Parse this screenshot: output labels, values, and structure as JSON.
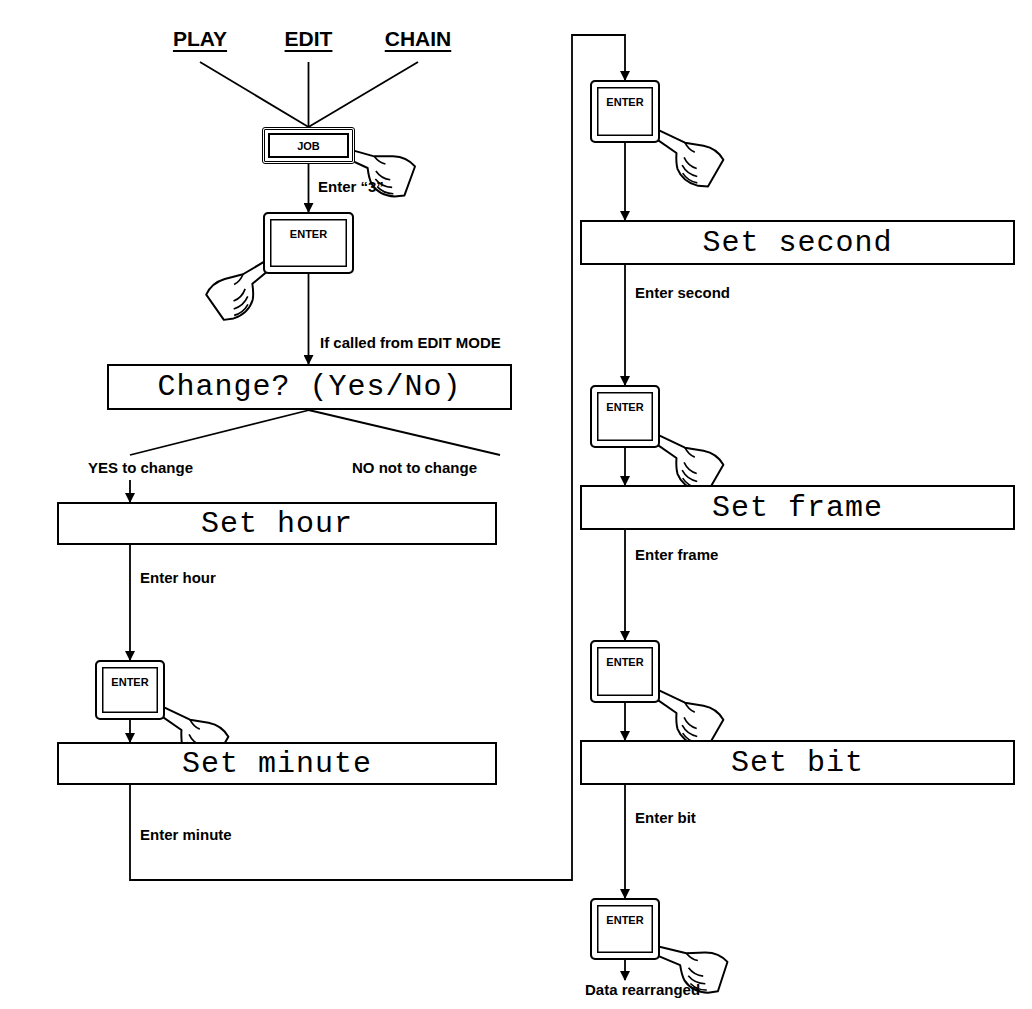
{
  "diagram": {
    "nodes": [
      {
        "text": [
          "JOB"
        ]
      },
      {
        "text": [
          "ENTER"
        ]
      },
      {
        "text": [
          "Change? (Yes/No)"
        ]
      },
      {
        "text": [
          "Set hour"
        ]
      },
      {
        "text": [
          "ENTER"
        ]
      },
      {
        "text": [
          "Set minute"
        ]
      },
      {
        "text": [
          "ENTER"
        ]
      },
      {
        "text": [
          "Set second"
        ]
      },
      {
        "text": [
          "ENTER"
        ]
      },
      {
        "text": [
          "Set frame"
        ]
      },
      {
        "text": [
          "ENTER"
        ]
      },
      {
        "text": [
          "Set bit"
        ]
      },
      {
        "text": [
          "ENTER"
        ]
      }
    ],
    "edges": [
      {
        "from": 0,
        "to": 1,
        "arrow": "to",
        "label": "Enter “3”"
      },
      {
        "from": 1,
        "to": 2,
        "arrow": "to",
        "label": "If called from EDIT MODE"
      },
      {
        "from": 2,
        "to": 3,
        "arrow": "to",
        "label": "YES to change"
      },
      {
        "from": 3,
        "to": 4,
        "arrow": "to",
        "label": "Enter hour"
      },
      {
        "from": 4,
        "to": 5,
        "arrow": "to"
      },
      {
        "from": 5,
        "to": 6,
        "arrow": "to",
        "label": "Enter minute"
      },
      {
        "from": 6,
        "to": 7,
        "arrow": "to"
      },
      {
        "from": 7,
        "to": 8,
        "arrow": "to",
        "label": "Enter second"
      },
      {
        "from": 8,
        "to": 9,
        "arrow": "to"
      },
      {
        "from": 9,
        "to": 10,
        "arrow": "to",
        "label": "Enter frame"
      },
      {
        "from": 10,
        "to": 11,
        "arrow": "to"
      },
      {
        "from": 11,
        "to": 12,
        "arrow": "to",
        "label": "Enter bit"
      }
    ],
    "labels": [
      "PLAY",
      "EDIT",
      "CHAIN",
      "NO not to change",
      "Data rearranged"
    ]
  }
}
